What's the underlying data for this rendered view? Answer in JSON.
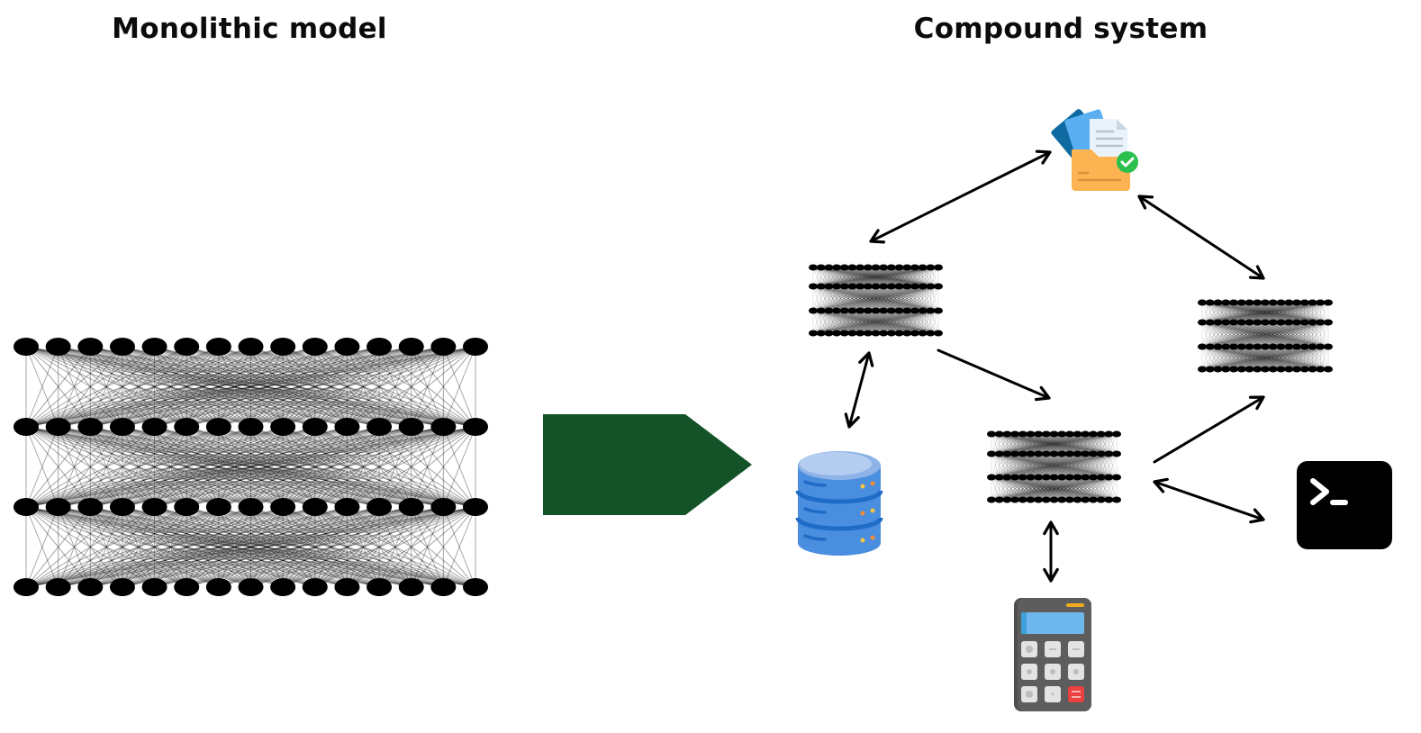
{
  "titles": {
    "left": "Monolithic model",
    "right": "Compound system"
  },
  "monolithic_model": {
    "layers": 4,
    "nodes_per_layer": 15,
    "connection": "fully-connected"
  },
  "transform_arrow": {
    "color": "#145228",
    "direction": "right"
  },
  "compound_system": {
    "components": [
      {
        "id": "documents",
        "icon": "folder-documents-icon"
      },
      {
        "id": "model-a",
        "icon": "neural-network-icon"
      },
      {
        "id": "model-b",
        "icon": "neural-network-icon"
      },
      {
        "id": "model-c",
        "icon": "neural-network-icon"
      },
      {
        "id": "database",
        "icon": "database-icon"
      },
      {
        "id": "calculator",
        "icon": "calculator-icon"
      },
      {
        "id": "terminal",
        "icon": "terminal-icon"
      }
    ],
    "connections": [
      {
        "from": "model-a",
        "to": "documents",
        "bidirectional": true
      },
      {
        "from": "documents",
        "to": "model-c",
        "bidirectional": true
      },
      {
        "from": "model-a",
        "to": "database",
        "bidirectional": true
      },
      {
        "from": "model-a",
        "to": "model-b",
        "bidirectional": false
      },
      {
        "from": "model-b",
        "to": "model-c",
        "bidirectional": false
      },
      {
        "from": "model-b",
        "to": "terminal",
        "bidirectional": true
      },
      {
        "from": "model-b",
        "to": "calculator",
        "bidirectional": true
      }
    ],
    "colors": {
      "folder": "#fbb451",
      "folder_check": "#2bbf4d",
      "doc_dark": "#0f6aa1",
      "doc_light": "#5aaff3",
      "database": "#4a8ee0",
      "database_top": "#a9c5ef",
      "calculator_body": "#5a5a5a",
      "calculator_screen": "#6db7ec",
      "calculator_equals": "#e8413f",
      "terminal_bg": "#000000"
    }
  }
}
